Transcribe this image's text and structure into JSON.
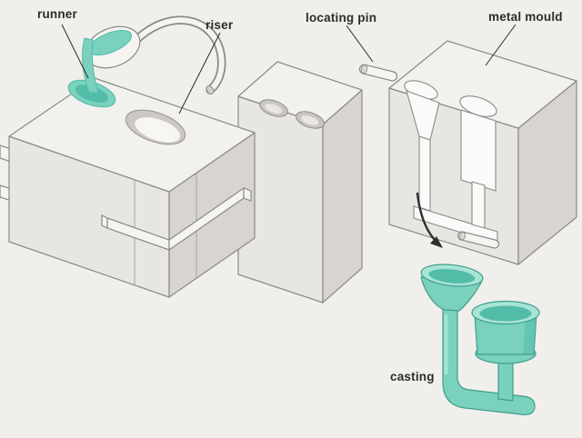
{
  "diagram": {
    "type": "technical-illustration",
    "subject": "permanent metal mould casting process",
    "labels": {
      "runner": "runner",
      "riser": "riser",
      "locating_pin": "locating pin",
      "metal_mould": "metal mould",
      "casting": "casting"
    },
    "colors": {
      "background": "#F1EFEB",
      "molten_metal": "#79D1BE",
      "molten_metal_dark": "#52BCA8",
      "molten_metal_light": "#A8E4D6",
      "casting_outline": "#3E9E8D",
      "block_top": "#F3F1EE",
      "block_front": "#E8E6E2",
      "block_side": "#D8D5D1",
      "cavity_white": "#FBFAF9",
      "outline": "#8A8A88",
      "label_text": "#2E2C2A",
      "arrow": "#2F2F2F"
    }
  }
}
